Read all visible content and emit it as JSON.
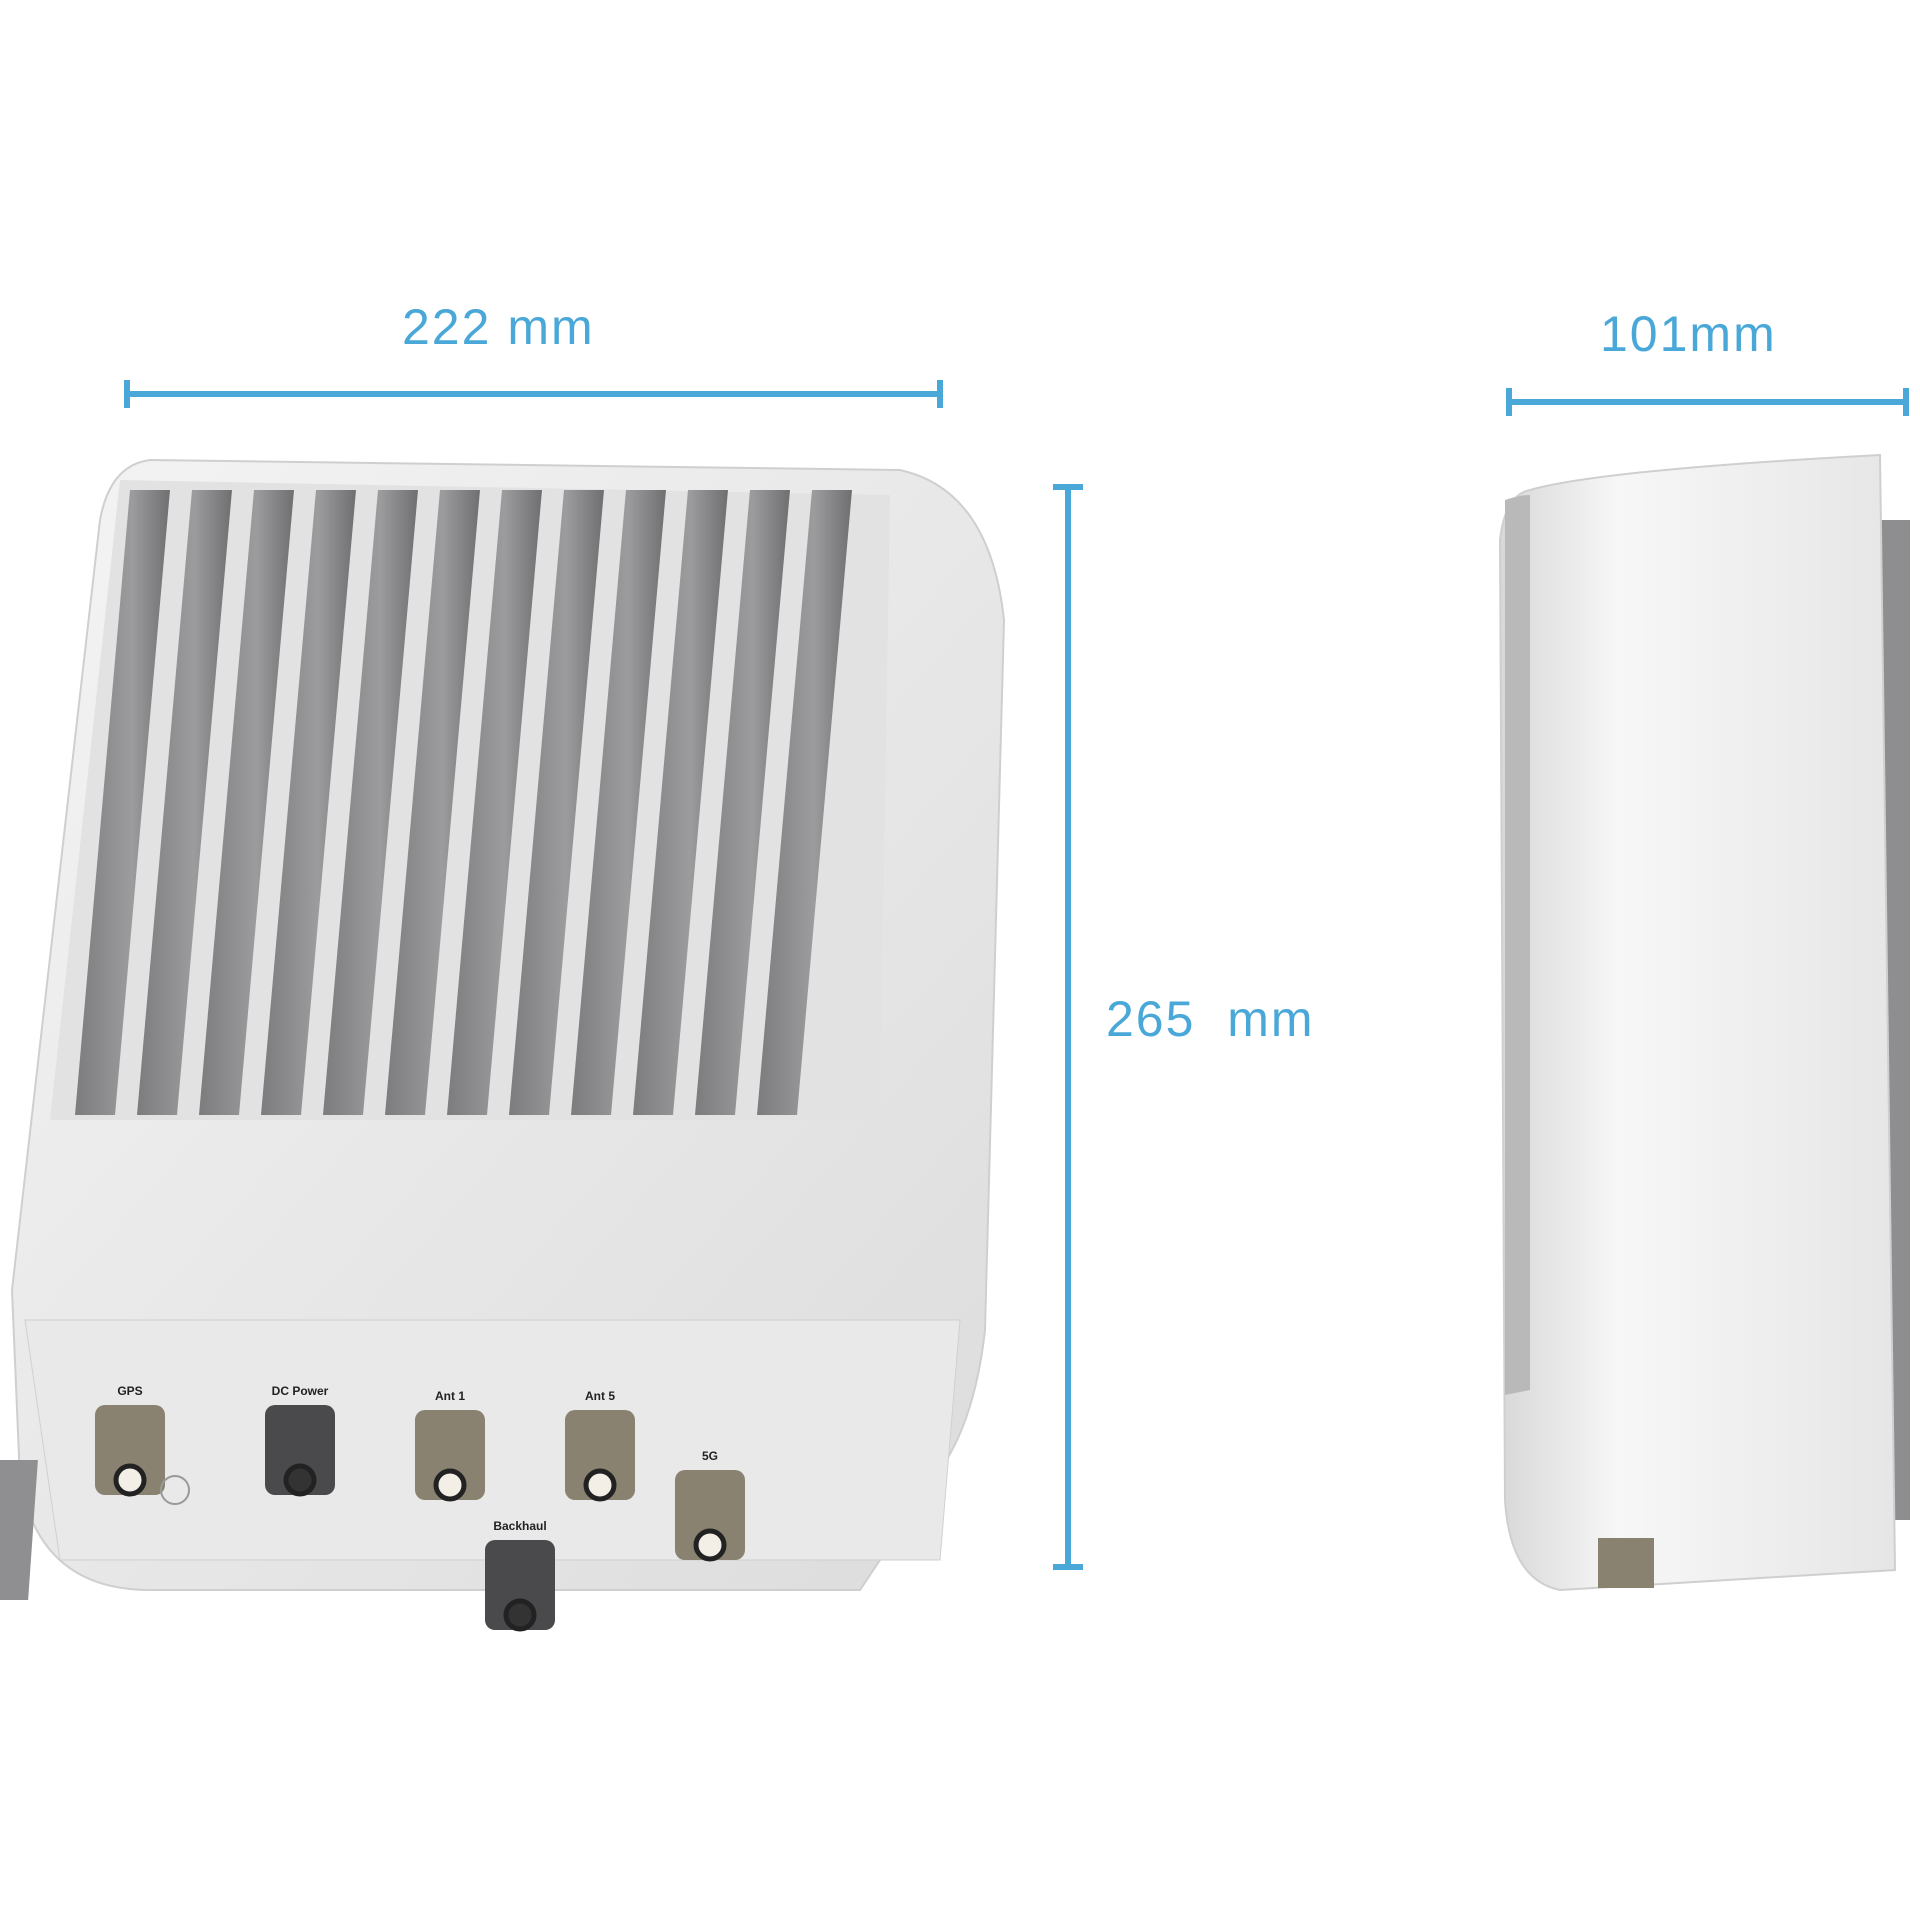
{
  "dimensions": {
    "width": "222 mm",
    "depth": "101mm",
    "height": "265  mm"
  },
  "ports": [
    "GPS",
    "DC Power",
    "Ant 1",
    "Ant 5",
    "Backhaul",
    "5G"
  ],
  "colors": {
    "dimension_line": "#4aa8d8",
    "housing": "#eeeeee",
    "heatsink_fin": "#8d8d8f",
    "connector": "#8a8270"
  }
}
